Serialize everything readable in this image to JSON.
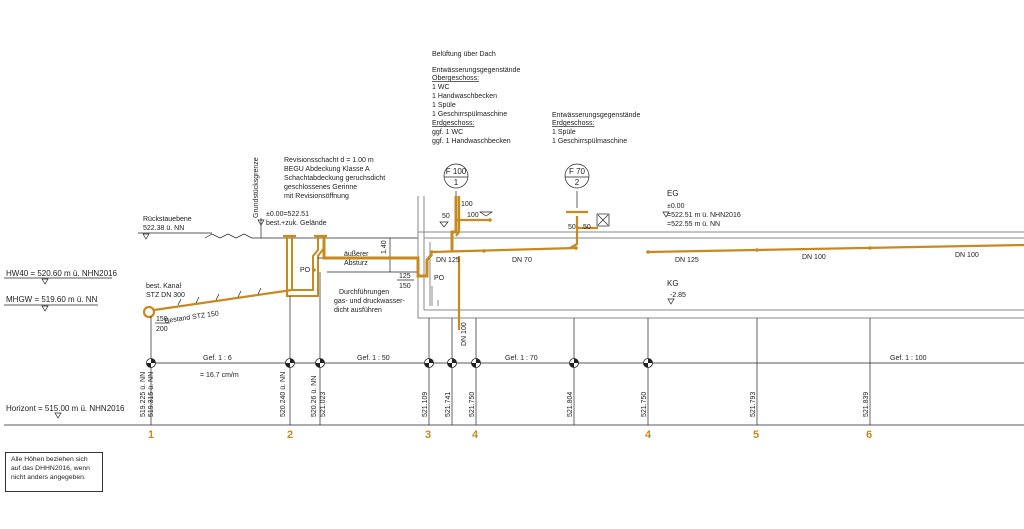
{
  "header": {
    "vent": "Belüftung über Dach",
    "fixtures_title": "Entwässerungsgegenstände",
    "upper_floor_label": "Obergeschoss:",
    "upper_floor_items": [
      "1 WC",
      "1 Handwaschbecken",
      "1 Spüle",
      "1 Geschirrspülmaschine"
    ],
    "ground_floor_label": "Erdgeschoss:",
    "ground_floor_items": [
      "ggf. 1 WC",
      "ggf. 1 Handwaschbecken"
    ],
    "right_title": "Entwässerungsgegenstände",
    "right_label": "Erdgeschoss:",
    "right_items": [
      "1 Spüle",
      "1 Geschirrspülmaschine"
    ]
  },
  "callouts": {
    "f100": [
      "F 100",
      "1"
    ],
    "f70": [
      "F 70",
      "2"
    ]
  },
  "revision_shaft": [
    "Revisionsschacht d = 1.00 m",
    "BEGU Abdeckung Klasse A",
    "Schachtabdeckung geruchsdicht",
    "geschlossenes Gerinne",
    "mit Revisionsöffnung"
  ],
  "labels": {
    "boundary": "Grundstücksgrenze",
    "backflow_title": "Rückstauebene",
    "backflow_value": "522.38 ü. NN",
    "ground_level_1": "±0.00=522.51",
    "ground_level_2": "best.+zuk. Gelände",
    "po_left": "PO",
    "outer_drop_1": "äußerer",
    "outer_drop_2": "Absturz",
    "dim_140": "1.40",
    "dim_125": "125",
    "dim_150a": "150",
    "hw40": "HW40 = 520.60 m ü. NHN2016",
    "mhgw": "MHGW = 519.60 m ü. NN",
    "canal_1": "best. Kanal",
    "canal_2": "STZ DN 300",
    "canal_dim_1": "150",
    "canal_dim_2": "200",
    "existing": "Bestand STZ 150",
    "penetration_1": "Durchführungen",
    "penetration_2": "gas- und druckwasser-",
    "penetration_3": "dicht ausführen",
    "po_inside": "PO",
    "eg": "EG",
    "eg_1": "±0.00",
    "eg_2": "=522.51 m ü. NHN2016",
    "eg_3": "=522.55 m ü. NN",
    "kg": "KG",
    "kg_1": "-2.85",
    "v100": "100",
    "v100b": "100",
    "v50": "50",
    "v50a": "50",
    "v50b": "50",
    "dn125a": "DN 125",
    "dn70": "DN 70",
    "dn125b": "DN 125",
    "dn100a": "DN 100",
    "dn100b": "DN 100",
    "dn100v": "DN 100",
    "horizon": "Horizont = 515.00 m ü. NHN2016"
  },
  "slopes": {
    "s1": "Gef. 1 : 6",
    "s1b": "= 16.7 cm/m",
    "s2": "Gef. 1 : 50",
    "s3": "Gef. 1 : 70",
    "s4": "Gef. 1 : 100"
  },
  "elevations": {
    "e1a": "519.225 ü. NN",
    "e1b": "519.315 ü. NN",
    "e2a": "520.240 ü. NN",
    "e2b": "520.26 ü. NN",
    "e2c": "521.023",
    "e3": "521.109",
    "e4a": "521.741",
    "e4b": "521.750",
    "e5": "521.804",
    "e6": "521.750",
    "e7": "521.793",
    "e8": "521.839"
  },
  "stations": [
    "1",
    "2",
    "3",
    "4",
    "4",
    "5",
    "6"
  ],
  "note": [
    "Alle Höhen beziehen sich",
    "auf das DHHN2016, wenn",
    "nicht anders angegeben."
  ]
}
